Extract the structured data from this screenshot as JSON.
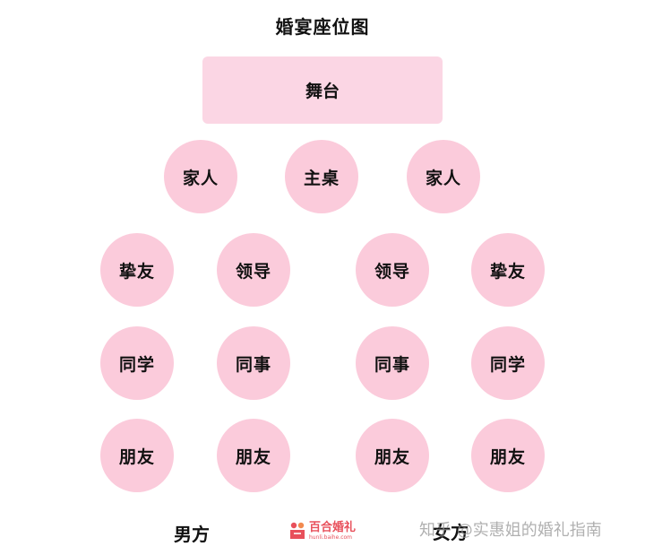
{
  "title": "婚宴座位图",
  "stage": "舞台",
  "tables": {
    "row1": [
      "家人",
      "主桌",
      "家人"
    ],
    "row2": [
      "挚友",
      "领导",
      "领导",
      "挚友"
    ],
    "row3": [
      "同学",
      "同事",
      "同事",
      "同学"
    ],
    "row4": [
      "朋友",
      "朋友",
      "朋友",
      "朋友"
    ]
  },
  "labels": {
    "groom_side": "男方",
    "bride_side": "女方"
  },
  "logo": {
    "name": "百合婚礼",
    "url": "hunli.baihe.com"
  },
  "watermark": "知乎 @实惠姐的婚礼指南",
  "colors": {
    "stage": "#fbd6e4",
    "table": "#fbcbdb",
    "logo": "#e8505b"
  }
}
